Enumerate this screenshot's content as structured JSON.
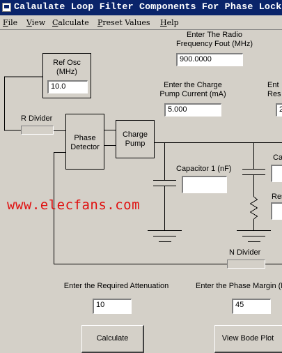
{
  "window": {
    "title": "Calaulate Loop Filter Components For Phase Locked"
  },
  "menu": [
    {
      "label": "File",
      "u": "F",
      "rest": "ile"
    },
    {
      "label": "View",
      "u": "V",
      "rest": "iew"
    },
    {
      "label": "Calculate",
      "u": "C",
      "rest": "alculate"
    },
    {
      "label": "Preset Values",
      "u": "P",
      "rest": "reset Values"
    },
    {
      "label": "Help",
      "u": "H",
      "rest": "elp"
    }
  ],
  "radio_freq": {
    "label": "Enter The Radio Frequency Fout (MHz)",
    "value": "900.0000"
  },
  "charge_current": {
    "label": "Enter the Charge Pump Current (mA)",
    "value": "5.000"
  },
  "right_cut": {
    "label": "Ent Res",
    "value": "2"
  },
  "ref_osc": {
    "label": "Ref Osc (MHz)",
    "value": "10.0"
  },
  "r_divider": {
    "label": "R Divider"
  },
  "phase_detector": {
    "label": "Phase Detector"
  },
  "charge_pump": {
    "label": "Charge Pump"
  },
  "capacitor1": {
    "label": "Capacitor 1 (nF)",
    "value": ""
  },
  "cap2_cut": {
    "label": "Ca"
  },
  "res_cut": {
    "label": "Res"
  },
  "n_divider": {
    "label": "N Divider"
  },
  "attenuation": {
    "label": "Enter the Required Attenuation",
    "value": "10"
  },
  "phase_margin": {
    "label": "Enter the Phase Margin (D",
    "value": "45"
  },
  "buttons": {
    "calculate": "Calculate",
    "bode": "View Bode Plot"
  },
  "watermark": "www.elecfans.com"
}
